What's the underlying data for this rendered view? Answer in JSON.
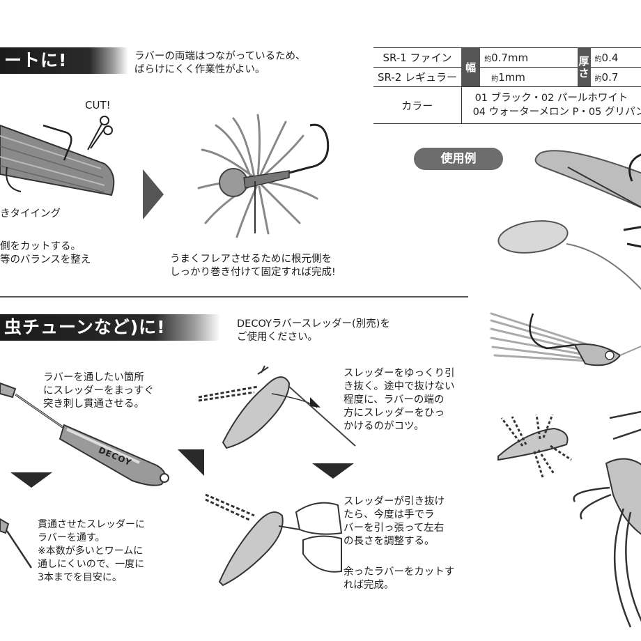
{
  "section1": {
    "title": "ートに!",
    "note": "ラバーの両端はつながっているため、\nばらけにくく作業性がよい。",
    "cut_label": "CUT!",
    "tying_label": "きタイイング",
    "step1_text": "側をカットする。\n等のバランスを整え",
    "step2_text": "うまくフレアさせるために根元側を\nしっかり巻き付けて固定すれば完成!"
  },
  "spec_table": {
    "rows": [
      {
        "model": "SR-1 ファイン",
        "width_prefix": "約",
        "width": "0.7mm",
        "thick_prefix": "約",
        "thick": "0.4"
      },
      {
        "model": "SR-2 レギュラー",
        "width_prefix": "約",
        "width": "1mm",
        "thick_prefix": "約",
        "thick": "0.7"
      }
    ],
    "width_header": "幅",
    "thick_header": "厚さ",
    "color_header": "カラー",
    "color_line1": "01 ブラック・02 パールホワイト",
    "color_line2": "04 ウォーターメロン P・05 グリパン"
  },
  "usage_label": "使用例",
  "section2": {
    "title": "虫チューンなど)に!",
    "intro": "DECOYラバースレッダー(別売)を\nご使用ください。",
    "step_a": "ラバーを通したい箇所\nにスレッダーをまっすぐ\n突き刺し貫通させる。",
    "step_b": "貫通させたスレッダーに\nラバーを通す。\n※本数が多いとワームに\n通しにくいので、一度に\n3本までを目安に。",
    "step_c": "スレッダーをゆっくり引\nき抜く。途中で抜けない\n程度に、ラバーの端の\n方にスレッダーをひっ\nかけるのがコツ。",
    "step_d": "スレッダーが引き抜け\nたら、今度は手でラ\nバーを引っ張って左右\nの長さを調整する。",
    "step_e": "余ったラバーをカットす\nれば完成。",
    "threader_brand": "DECOY"
  },
  "colors": {
    "banner": "#1b1b1b",
    "pill": "#6d6d6d",
    "table_header": "#555555"
  }
}
